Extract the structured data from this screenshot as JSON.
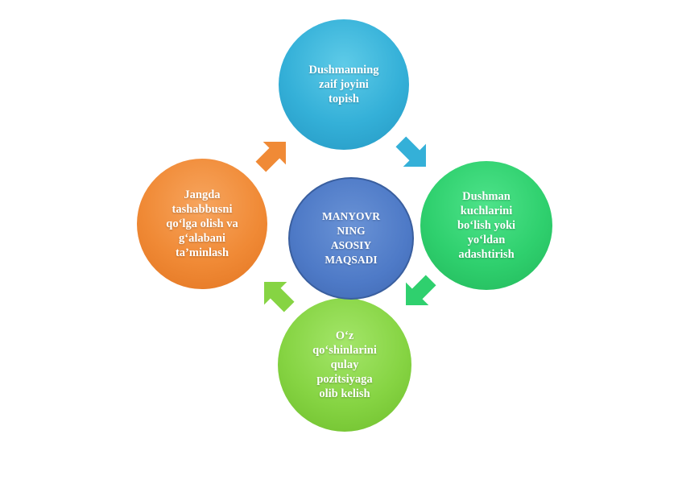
{
  "diagram": {
    "center": {
      "label": "MANYOVR\nNING\nASOSIY\nMAQSADI",
      "color": "#4e7ac7"
    },
    "nodes": [
      {
        "id": "top",
        "label": "Dushmanning\nzaif joyini\ntopish",
        "color": "#34b0d8"
      },
      {
        "id": "right",
        "label": "Dushman\nkuchlarini\nbo‘lish yoki\nyo‘ldan\nadashtirish",
        "color": "#2fd06e"
      },
      {
        "id": "bottom",
        "label": "O‘z\nqo‘shinlarini\nqulay\npozitsiyaga\nolib kelish",
        "color": "#86d443"
      },
      {
        "id": "left",
        "label": "Jangda\ntashabbusni\nqo‘lga olish va\ng‘alabani\nta’minlash",
        "color": "#f08a36"
      }
    ],
    "arrow_colors": [
      "#34b0d8",
      "#2fd06e",
      "#86d443",
      "#f08a36"
    ]
  }
}
